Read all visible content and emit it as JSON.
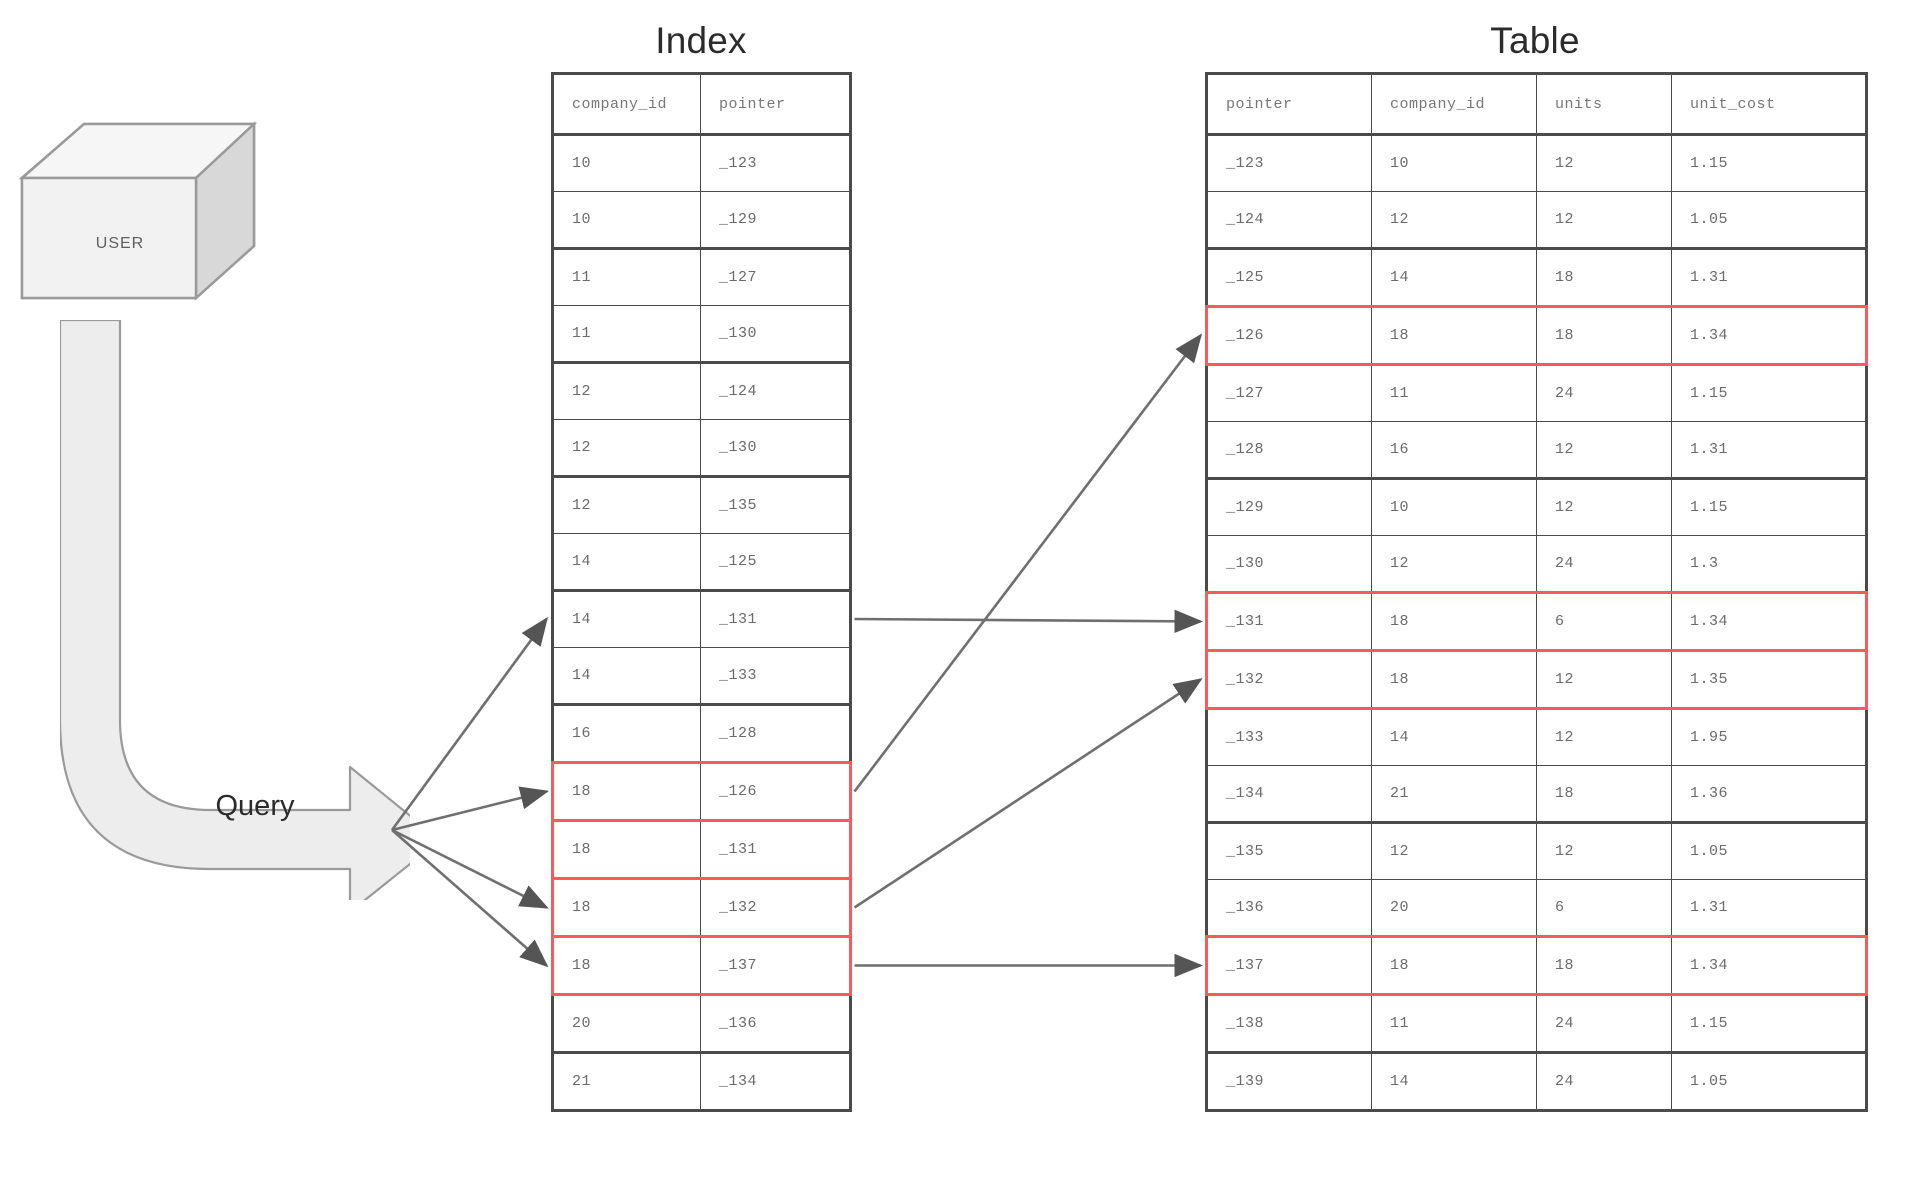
{
  "titles": {
    "index": "Index",
    "table": "Table"
  },
  "actor": {
    "label": "USER",
    "shape": "cube-icon"
  },
  "query": {
    "label": "Query",
    "shape": "bent-arrow-icon"
  },
  "colors": {
    "highlight": "#fb5a5a",
    "grid": "#4a4a4a",
    "text": "#6b6b6b",
    "title": "#2b2b2b",
    "connector": "#5a5a5a",
    "shape_fill": "#efefef"
  },
  "index_table": {
    "columns": [
      "company_id",
      "pointer"
    ],
    "rows": [
      {
        "company_id": "10",
        "pointer": "_123",
        "highlight": false
      },
      {
        "company_id": "10",
        "pointer": "_129",
        "highlight": false
      },
      {
        "company_id": "11",
        "pointer": "_127",
        "highlight": false
      },
      {
        "company_id": "11",
        "pointer": "_130",
        "highlight": false
      },
      {
        "company_id": "12",
        "pointer": "_124",
        "highlight": false
      },
      {
        "company_id": "12",
        "pointer": "_130",
        "highlight": false
      },
      {
        "company_id": "12",
        "pointer": "_135",
        "highlight": false
      },
      {
        "company_id": "14",
        "pointer": "_125",
        "highlight": false
      },
      {
        "company_id": "14",
        "pointer": "_131",
        "highlight": false
      },
      {
        "company_id": "14",
        "pointer": "_133",
        "highlight": false
      },
      {
        "company_id": "16",
        "pointer": "_128",
        "highlight": false
      },
      {
        "company_id": "18",
        "pointer": "_126",
        "highlight": true
      },
      {
        "company_id": "18",
        "pointer": "_131",
        "highlight": true
      },
      {
        "company_id": "18",
        "pointer": "_132",
        "highlight": true
      },
      {
        "company_id": "18",
        "pointer": "_137",
        "highlight": true
      },
      {
        "company_id": "20",
        "pointer": "_136",
        "highlight": false
      },
      {
        "company_id": "21",
        "pointer": "_134",
        "highlight": false
      }
    ]
  },
  "main_table": {
    "columns": [
      "pointer",
      "company_id",
      "units",
      "unit_cost"
    ],
    "rows": [
      {
        "pointer": "_123",
        "company_id": "10",
        "units": "12",
        "unit_cost": "1.15",
        "highlight": false
      },
      {
        "pointer": "_124",
        "company_id": "12",
        "units": "12",
        "unit_cost": "1.05",
        "highlight": false
      },
      {
        "pointer": "_125",
        "company_id": "14",
        "units": "18",
        "unit_cost": "1.31",
        "highlight": false
      },
      {
        "pointer": "_126",
        "company_id": "18",
        "units": "18",
        "unit_cost": "1.34",
        "highlight": true
      },
      {
        "pointer": "_127",
        "company_id": "11",
        "units": "24",
        "unit_cost": "1.15",
        "highlight": false
      },
      {
        "pointer": "_128",
        "company_id": "16",
        "units": "12",
        "unit_cost": "1.31",
        "highlight": false
      },
      {
        "pointer": "_129",
        "company_id": "10",
        "units": "12",
        "unit_cost": "1.15",
        "highlight": false
      },
      {
        "pointer": "_130",
        "company_id": "12",
        "units": "24",
        "unit_cost": "1.3",
        "highlight": false
      },
      {
        "pointer": "_131",
        "company_id": "18",
        "units": "6",
        "unit_cost": "1.34",
        "highlight": true
      },
      {
        "pointer": "_132",
        "company_id": "18",
        "units": "12",
        "unit_cost": "1.35",
        "highlight": true
      },
      {
        "pointer": "_133",
        "company_id": "14",
        "units": "12",
        "unit_cost": "1.95",
        "highlight": false
      },
      {
        "pointer": "_134",
        "company_id": "21",
        "units": "18",
        "unit_cost": "1.36",
        "highlight": false
      },
      {
        "pointer": "_135",
        "company_id": "12",
        "units": "12",
        "unit_cost": "1.05",
        "highlight": false
      },
      {
        "pointer": "_136",
        "company_id": "20",
        "units": "6",
        "unit_cost": "1.31",
        "highlight": false
      },
      {
        "pointer": "_137",
        "company_id": "18",
        "units": "18",
        "unit_cost": "1.34",
        "highlight": true
      },
      {
        "pointer": "_138",
        "company_id": "11",
        "units": "24",
        "unit_cost": "1.15",
        "highlight": false
      },
      {
        "pointer": "_139",
        "company_id": "14",
        "units": "24",
        "unit_cost": "1.05",
        "highlight": false
      }
    ]
  },
  "connections": {
    "query_to_index": [
      "_126",
      "_131",
      "_132",
      "_137"
    ],
    "index_to_table": [
      {
        "from": "_126",
        "to": "_126"
      },
      {
        "from": "_131",
        "to": "_131"
      },
      {
        "from": "_132",
        "to": "_132"
      },
      {
        "from": "_137",
        "to": "_137"
      }
    ]
  }
}
